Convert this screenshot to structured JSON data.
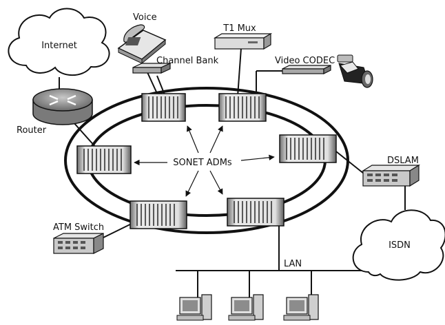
{
  "labels": {
    "internet": "Internet",
    "voice": "Voice",
    "channel_bank": "Channel Bank",
    "t1_mux": "T1 Mux",
    "video_codec": "Video CODEC",
    "router": "Router",
    "sonet_adms": "SONET ADMs",
    "dslam": "DSLAM",
    "atm_switch": "ATM Switch",
    "isdn": "ISDN",
    "lan": "LAN"
  },
  "colors": {
    "line": "#111111",
    "cloud_fill": "#ffffff",
    "adm_fill": "#d9d9d9",
    "device_fill": "#cfcfcf",
    "router_fill": "#9a9a9a"
  },
  "icons": [
    "cloud-icon",
    "router-icon",
    "telephone-icon",
    "channel-bank-icon",
    "t1-mux-icon",
    "video-camera-icon",
    "adm-icon",
    "dslam-icon",
    "atm-switch-icon",
    "computer-icon"
  ]
}
